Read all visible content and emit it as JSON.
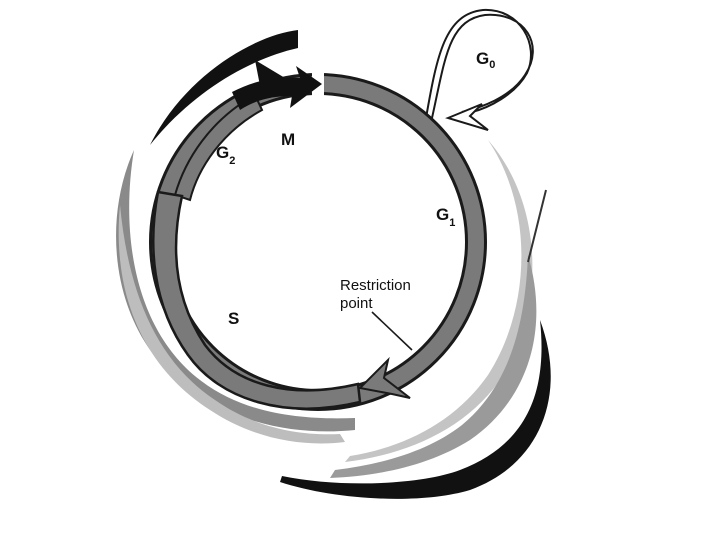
{
  "diagram": {
    "phases": {
      "m": {
        "label": "M"
      },
      "g2": {
        "label": "G",
        "subscript": "2"
      },
      "g1": {
        "label": "G",
        "subscript": "1"
      },
      "s": {
        "label": "S"
      },
      "g0": {
        "label": "G",
        "subscript": "0"
      }
    },
    "restriction_point": {
      "line1": "Restriction",
      "line2": "point"
    }
  },
  "colors": {
    "background": "#ffffff",
    "ring_fill": "#7a7a7a",
    "ring_stroke": "#1a1a1a",
    "dark_band": "#111111",
    "gray_band": "#8a8a8a",
    "light_band": "#bdbdbd",
    "g0_loop_fill": "#ffffff"
  }
}
